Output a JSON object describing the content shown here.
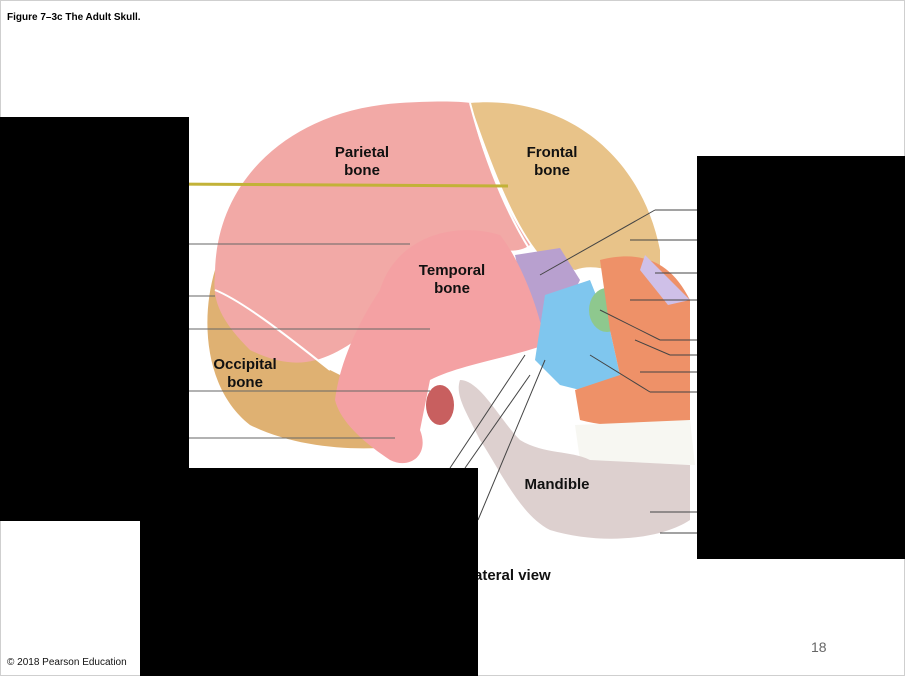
{
  "figure_title": "Figure 7–3c The Adult Skull.",
  "labels": {
    "parietal": "Parietal\nbone",
    "frontal": "Frontal\nbone",
    "temporal": "Temporal\nbone",
    "occipital": "Occipital\nbone",
    "mandible": "Mandible"
  },
  "view_title": "ateral view",
  "copyright": "© 2018 Pearson Education",
  "page_number": "18",
  "colors": {
    "parietal": "#f2a9a6",
    "frontal": "#e8c389",
    "temporal": "#f4a1a3",
    "occipital": "#dfb172",
    "sphenoid": "#b8a0cf",
    "zygomatic": "#7fc6ee",
    "mandible": "#ddd0cf",
    "face": "#ee9168",
    "redact": "#000000",
    "highlight_line": "#c2b238"
  }
}
